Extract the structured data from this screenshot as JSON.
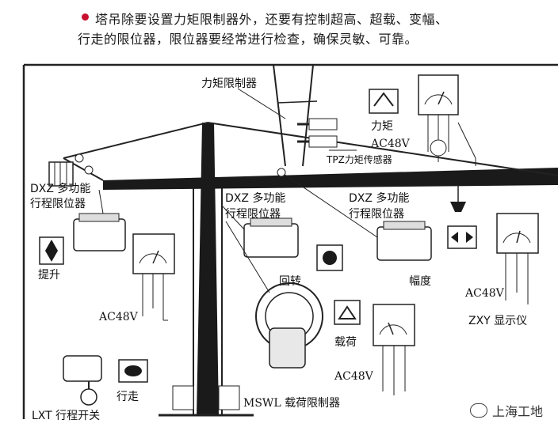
{
  "intro": {
    "line1": "塔吊除要设置力矩限制器外，还要有控制超高、超载、变幅、",
    "line2": "行走的限位器，限位器要经常进行检查，确保灵敏、可靠。",
    "bullet_color": "#c8102e"
  },
  "labels": {
    "torque_limiter": "力矩限制器",
    "torque": "力矩",
    "ac_top": "AC48V",
    "tpz_sensor": "TPZ力矩传感器",
    "dxz_left_1": "DXZ 多功能",
    "dxz_left_2": "行程限位器",
    "dxz_mid_1": "DXZ 多功能",
    "dxz_mid_2": "行程限位器",
    "dxz_right_1": "DXZ 多功能",
    "dxz_right_2": "行程限位器",
    "hoist": "提升",
    "slew": "回转",
    "luffing": "幅度",
    "ac_left": "AC48V",
    "ac_right": "AC48V",
    "zxy": "ZXY 显示仪",
    "load": "载荷",
    "ac_bottom": "AC48V",
    "travel": "行走",
    "lxt": "LXT 行程开关",
    "mswl": "MSWL 载荷限制器"
  },
  "watermark": {
    "text": "上海工地",
    "icon": "wechat-icon"
  }
}
